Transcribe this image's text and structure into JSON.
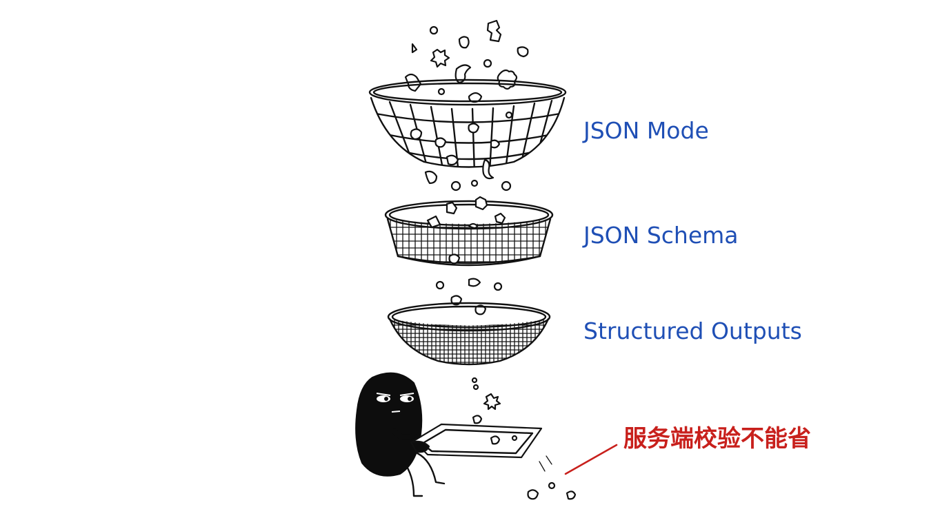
{
  "filters": [
    {
      "label": "JSON Mode"
    },
    {
      "label": "JSON Schema"
    },
    {
      "label": "Structured Outputs"
    }
  ],
  "note": {
    "label": "服务端校验不能省"
  },
  "colors": {
    "blue_label": "#1f4fb5",
    "red_label": "#c8201c",
    "ink": "#111111"
  }
}
